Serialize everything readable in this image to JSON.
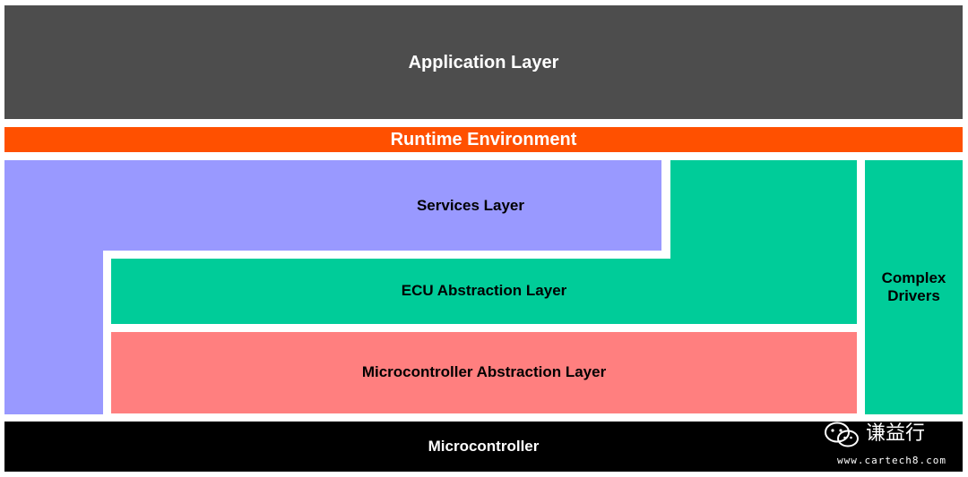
{
  "diagram": {
    "colors": {
      "application": "#4d4d4d",
      "runtime": "#ff5000",
      "services": "#9999ff",
      "ecu_abstraction": "#00cc99",
      "mcal": "#ff7f7f",
      "complex_drivers": "#00cc99",
      "microcontroller": "#000000"
    },
    "layers": {
      "application": "Application Layer",
      "runtime": "Runtime Environment",
      "services": "Services Layer",
      "ecu_abstraction": "ECU Abstraction Layer",
      "mcal": "Microcontroller Abstraction Layer",
      "complex_drivers_line1": "Complex",
      "complex_drivers_line2": "Drivers",
      "microcontroller": "Microcontroller"
    }
  },
  "watermark": {
    "icon": "wechat-icon",
    "brand": "谦益行",
    "url": "www.cartech8.com"
  }
}
